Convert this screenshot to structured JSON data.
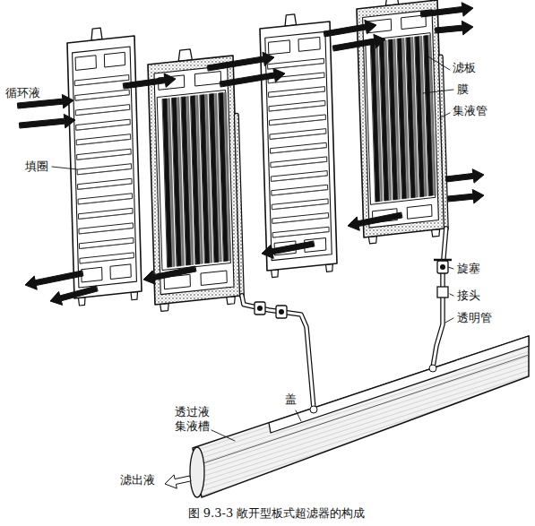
{
  "diagram": {
    "caption": "图 9.3-3 敞开型板式超滤器的构成",
    "labels": [
      "循环液",
      "填圈",
      "滤板",
      "膜",
      "集液管",
      "旋塞",
      "接头",
      "透明管",
      "透过液 集液槽",
      "盖",
      "滤出液"
    ]
  }
}
